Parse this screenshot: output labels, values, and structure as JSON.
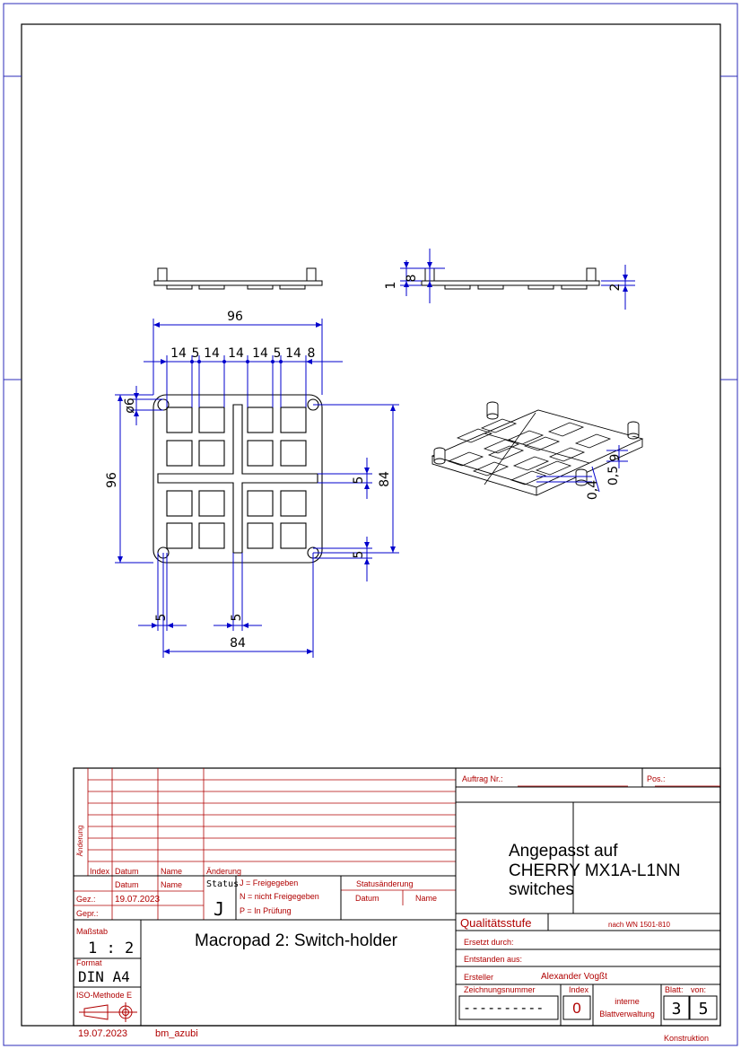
{
  "drawing": {
    "top_dims": {
      "d8": "8",
      "d1": "1",
      "d2": "2"
    },
    "plan_dims": {
      "overall_width": "96",
      "overall_height": "96",
      "chain": [
        "14",
        "5",
        "14",
        "14",
        "14",
        "5",
        "14",
        "8"
      ],
      "hole_dia": "ø6",
      "inner_height": "84",
      "inner_width": "84",
      "gap_v": "5",
      "gap_bottom": "5",
      "gap_left": "5",
      "gap_center": "5"
    },
    "iso_dims": {
      "d9": "9",
      "d05a": "0,5",
      "d04": "0,4"
    }
  },
  "title_block": {
    "rev_header": {
      "aenderung_vertical": "Änderung",
      "index": "Index",
      "datum": "Datum",
      "name": "Name",
      "aenderung": "Änderung"
    },
    "datum_label": "Datum",
    "name_label": "Name",
    "gez_label": "Gez.:",
    "gez_date": "19.07.2023",
    "gepr_label": "Gepr.:",
    "status_label": "Status",
    "status_value": "J",
    "status_legend": [
      "J = Freigegeben",
      "N = nicht Freigegeben",
      "P = In Prüfung"
    ],
    "statusaenderung": "Statusänderung",
    "sa_datum": "Datum",
    "sa_name": "Name",
    "massstab_label": "Maßstab",
    "massstab_value": "1 : 2",
    "format_label": "Format",
    "format_value": "DIN A4",
    "iso_label": "ISO-Methode E",
    "title": "Macropad 2: Switch-holder",
    "auftrag_label": "Auftrag Nr.:",
    "pos_label": "Pos.:",
    "description": [
      "Angepasst auf",
      "CHERRY MX1A-L1NN",
      "switches"
    ],
    "qualitaet_label": "Qualitätsstufe",
    "norm": "nach WN 1501-810",
    "ersetzt": "Ersetzt durch:",
    "entstanden": "Entstanden aus:",
    "ersteller_label": "Ersteller",
    "ersteller_value": "Alexander Vogßt",
    "zeichnungsnummer_label": "Zeichnungsnummer",
    "index_label": "Index",
    "blatt_label": "Blatt:",
    "von_label": "von:",
    "zeichnungsnummer": "----------",
    "index_value": "0",
    "interne_line1": "interne",
    "interne_line2": "Blattverwaltung",
    "blatt_value": "3",
    "von_value": "5",
    "footer_date": "19.07.2023",
    "footer_user": "bm_azubi",
    "footer_dept": "Konstruktion"
  }
}
